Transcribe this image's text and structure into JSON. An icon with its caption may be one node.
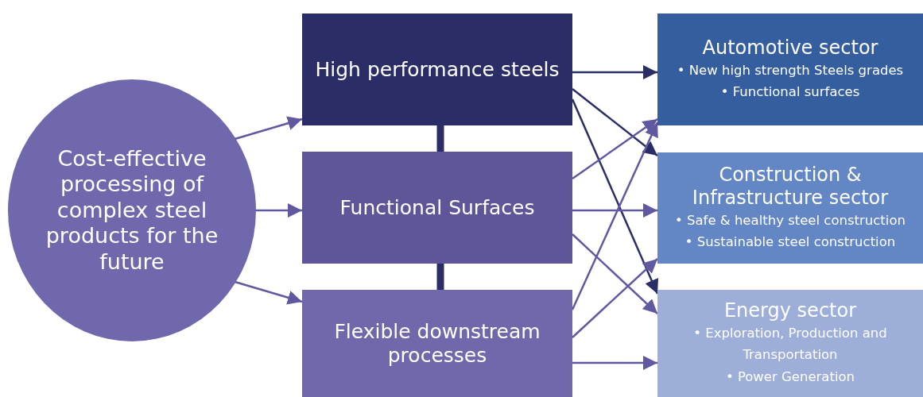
{
  "diagram": {
    "nodes": [
      {
        "text": [
          "Cost-effective processing of complex steel products for the future"
        ]
      },
      {
        "text": [
          "High performance steels"
        ]
      },
      {
        "text": [
          "Functional Surfaces"
        ]
      },
      {
        "text": [
          "Flexible downstream processes"
        ]
      },
      {
        "text": [
          "Automotive sector",
          "• New high strength Steels grades",
          "• Functional surfaces"
        ]
      },
      {
        "text": [
          "Construction & Infrastructure sector",
          "• Safe & healthy steel construction",
          "• Sustainable steel construction"
        ]
      },
      {
        "text": [
          "Energy sector",
          "• Exploration, Production and Transportation",
          "• Power Generation"
        ]
      }
    ],
    "edges": [
      {
        "from": 0,
        "to": 1,
        "arrow": "to"
      },
      {
        "from": 0,
        "to": 2,
        "arrow": "to"
      },
      {
        "from": 0,
        "to": 3,
        "arrow": "to"
      },
      {
        "from": 1,
        "to": 2,
        "arrow": "none",
        "style": "thick",
        "color": "#2b2d66"
      },
      {
        "from": 2,
        "to": 3,
        "arrow": "none",
        "style": "thick",
        "color": "#2b2d66"
      },
      {
        "from": 1,
        "to": 4,
        "arrow": "to",
        "color": "#2b2d66"
      },
      {
        "from": 1,
        "to": 5,
        "arrow": "to",
        "color": "#2b2d66"
      },
      {
        "from": 1,
        "to": 6,
        "arrow": "to",
        "color": "#2b2d66"
      },
      {
        "from": 2,
        "to": 4,
        "arrow": "to"
      },
      {
        "from": 2,
        "to": 5,
        "arrow": "to"
      },
      {
        "from": 2,
        "to": 6,
        "arrow": "to"
      },
      {
        "from": 3,
        "to": 4,
        "arrow": "to"
      },
      {
        "from": 3,
        "to": 5,
        "arrow": "to"
      },
      {
        "from": 3,
        "to": 6,
        "arrow": "to"
      }
    ]
  }
}
